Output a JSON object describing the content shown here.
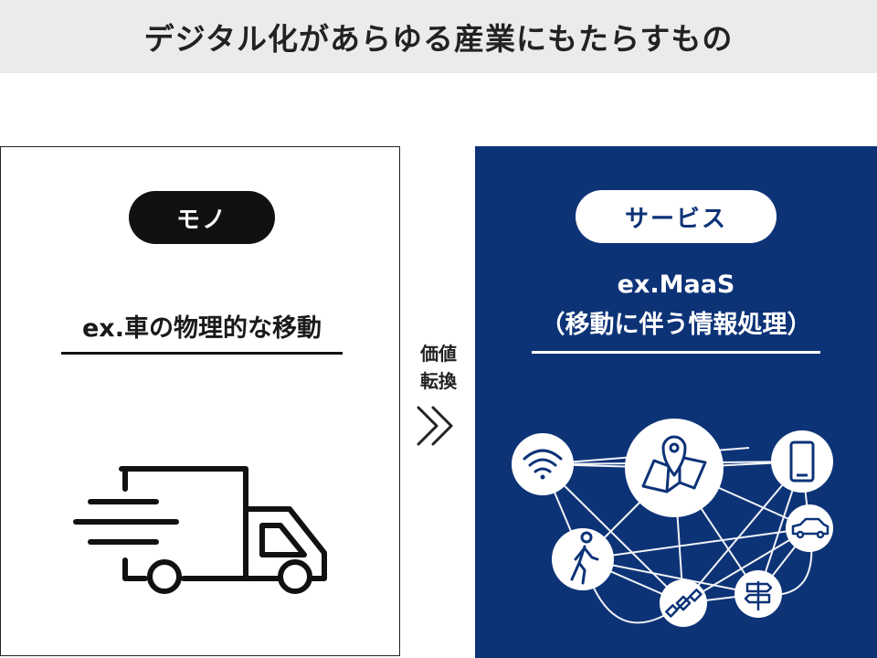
{
  "header": {
    "title": "デジタル化があらゆる産業にもたらすもの"
  },
  "left_panel": {
    "badge": "モノ",
    "caption": "ex.車の物理的な移動",
    "icon": "delivery-truck-icon"
  },
  "transition": {
    "label_line1": "価値",
    "label_line2": "転換",
    "icon": "double-chevron-right-icon"
  },
  "right_panel": {
    "badge": "サービス",
    "caption_line1": "ex.MaaS",
    "caption_line2": "（移動に伴う情報処理）",
    "network_icons": [
      "wifi-icon",
      "map-pin-icon",
      "smartphone-icon",
      "car-icon",
      "pedestrian-icon",
      "satellite-icon",
      "signpost-icon"
    ]
  },
  "colors": {
    "navy": "#0d3377",
    "header_bg": "#ebebeb",
    "dark": "#111111"
  }
}
